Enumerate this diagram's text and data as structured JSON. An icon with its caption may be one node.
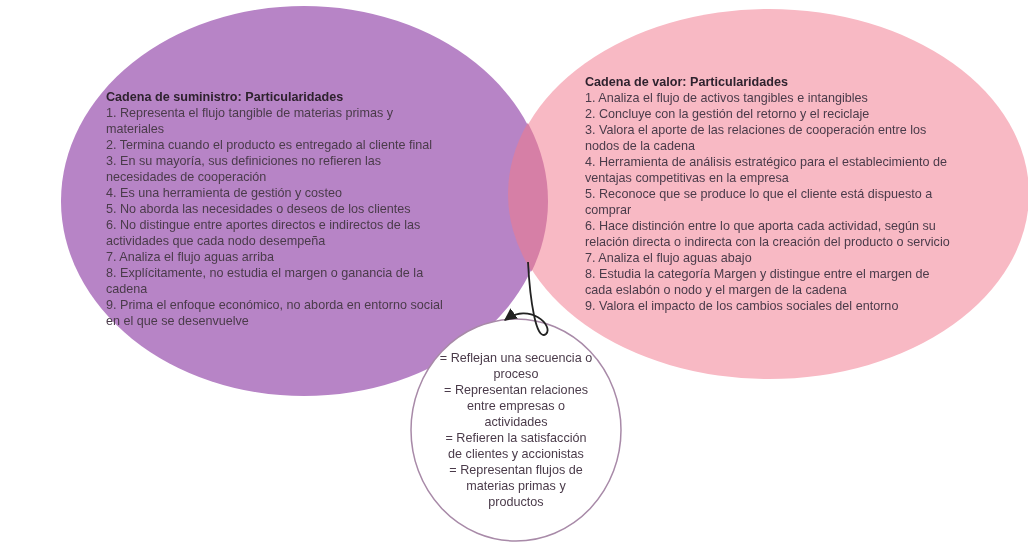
{
  "diagram": {
    "nodes": [
      {
        "text": [
          "Cadena de suministro: Particularidades",
          "1. Representa el flujo tangible de materias primas y materiales",
          "2. Termina cuando el producto es entregado al cliente final",
          "3. En su mayoría, sus definiciones no refieren las necesidades de cooperación",
          "4. Es una herramienta de gestión y costeo",
          "5. No aborda las necesidades o deseos de los clientes",
          "6. No distingue entre aportes directos e indirectos de las actividades que cada nodo desempeña",
          "7. Analiza el flujo aguas arriba",
          "8. Explícitamente, no estudia el margen o ganancia de la cadena",
          "9. Prima el enfoque económico, no aborda en entorno social en el que se desenvuelve"
        ]
      },
      {
        "text": [
          "Cadena de valor: Particularidades",
          "1. Analiza el flujo de activos tangibles e intangibles",
          "2. Concluye con la gestión del retorno y el reciclaje",
          "3. Valora el aporte de las relaciones de cooperación entre los nodos de la cadena",
          "4. Herramienta de análisis estratégico para el establecimiento de ventajas competitivas en la empresa",
          "5. Reconoce que se produce lo que el cliente está dispuesto a comprar",
          "6. Hace distinción entre lo que aporta cada actividad, según su relación directa o indirecta con la creación del producto o servicio",
          "7. Analiza el flujo aguas abajo",
          "8. Estudia la categoría Margen y distingue entre el margen de cada eslabón o nodo y el margen de la cadena",
          "9. Valora el impacto de los cambios sociales del entorno"
        ]
      },
      {
        "text": [],
        "shape": "lens"
      },
      {
        "text": [
          "= Reflejan una secuencia o proceso",
          "= Representan relaciones entre empresas o actividades",
          "= Refieren la satisfacción de clientes y accionistas",
          "= Representan flujos de materias primas y productos"
        ]
      }
    ],
    "edges": [
      {
        "from": 2,
        "to": 3,
        "arrow": "to"
      }
    ]
  }
}
